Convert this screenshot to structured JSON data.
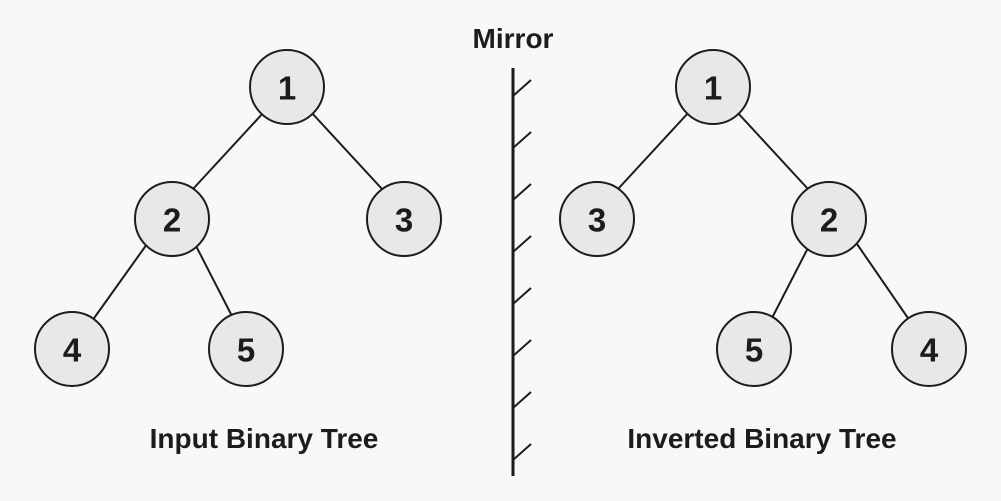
{
  "mirror": {
    "label": "Mirror"
  },
  "input_tree": {
    "caption": "Input Binary Tree",
    "nodes": {
      "root": "1",
      "left": "2",
      "right": "3",
      "left_left": "4",
      "left_right": "5"
    }
  },
  "inverted_tree": {
    "caption": "Inverted Binary Tree",
    "nodes": {
      "root": "1",
      "left": "3",
      "right": "2",
      "right_left": "5",
      "right_right": "4"
    }
  }
}
